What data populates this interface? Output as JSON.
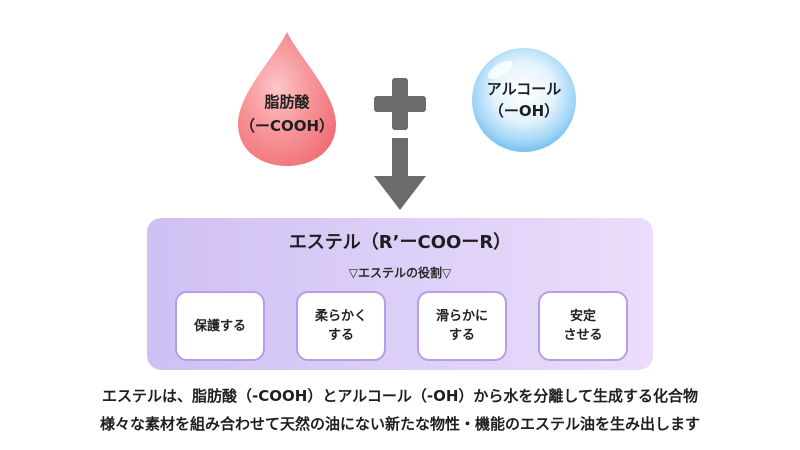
{
  "fatty_acid": {
    "name": "脂肪酸",
    "group": "（ーCOOH）",
    "color": "#f3767f"
  },
  "alcohol": {
    "name": "アルコール",
    "group": "（ーOH）",
    "color": "#7ec6f4"
  },
  "operator": {
    "icon": "plus-icon",
    "color": "#6b6b6b"
  },
  "result_arrow": {
    "icon": "arrow-down-icon",
    "color": "#6b6b6b"
  },
  "ester": {
    "title": "エステル（R’ーCOOーR）",
    "subtitle": "▽エステルの役割▽",
    "roles": [
      {
        "label": "保護する"
      },
      {
        "label": "柔らかく\nする"
      },
      {
        "label": "滑らかに\nする"
      },
      {
        "label": "安定\nさせる"
      }
    ],
    "box_color": "#d7c8f6",
    "card_border_color": "#b79ce8"
  },
  "caption": {
    "line1": "エステルは、脂肪酸（-COOH）とアルコール（-OH）から水を分離して生成する化合物",
    "line2": "様々な素材を組み合わせて天然の油にない新たな物性・機能のエステル油を生み出します"
  }
}
